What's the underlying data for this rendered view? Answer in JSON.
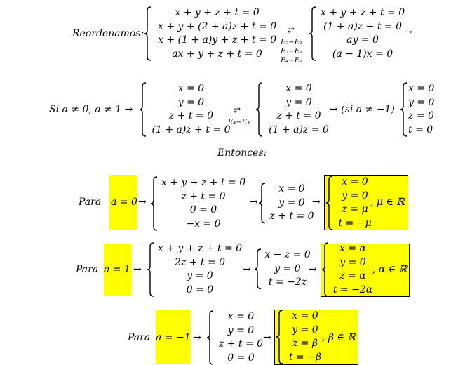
{
  "row1": {
    "label": "Reordenamos:",
    "sys1": [
      "x + y + z + t = 0",
      "x + y + (2 + a)z + t = 0",
      "x + (1 + a)y + z + t = 0",
      "ax + y + z + t = 0"
    ],
    "swap_icon": "swap-arrow-icon",
    "ops": [
      "E₂−E₁",
      "E₃−E₁",
      "E₄−E₁"
    ],
    "sys2": [
      "x + y + z + t = 0",
      "(1 + a)z + t = 0",
      "ay = 0",
      "(a − 1)x = 0"
    ],
    "arrow": "→"
  },
  "row2": {
    "label": "Si a ≠ 0, a ≠ 1 →",
    "sys3": [
      "x = 0",
      "y = 0",
      "z + t = 0",
      "(1 + a)z + t = 0"
    ],
    "op": "E₄−E₃",
    "sys4": [
      "x = 0",
      "y = 0",
      "z + t = 0",
      "(1 + a)z = 0"
    ],
    "condition": "→ (si a ≠ −1)",
    "sys5": [
      "x = 0",
      "y = 0",
      "z = 0",
      "t = 0"
    ]
  },
  "entonces": "Entonces:",
  "cases": [
    {
      "para": "Para",
      "value": "a = 0",
      "arrow": "→",
      "s1": [
        "x + y + z + t = 0",
        "z + t = 0",
        "0 = 0",
        "−x = 0"
      ],
      "s2": [
        "x = 0",
        "y = 0",
        "z + t = 0"
      ],
      "sol": [
        "x = 0",
        "y = 0",
        "z = μ",
        "t = −μ"
      ],
      "param": ", μ ∈ ℝ"
    },
    {
      "para": "Para",
      "value": "a = 1",
      "arrow": "→",
      "s1": [
        "x + y + z + t = 0",
        "2z + t = 0",
        "y = 0",
        "0 = 0"
      ],
      "s2": [
        "x − z = 0",
        "y = 0",
        "t = −2z"
      ],
      "sol": [
        "x = α",
        "y = 0",
        "z = α",
        "t = −2α"
      ],
      "param": ", α ∈ ℝ"
    },
    {
      "para": "Para",
      "value": "a = −1",
      "arrow": "→",
      "s1": [
        "x = 0",
        "y = 0",
        "z + t = 0",
        "0 = 0"
      ],
      "sol": [
        "x = 0",
        "y = 0",
        "z = β",
        "t = −β"
      ],
      "param": ", β ∈ ℝ"
    }
  ],
  "highlight_color": "#ffff00"
}
